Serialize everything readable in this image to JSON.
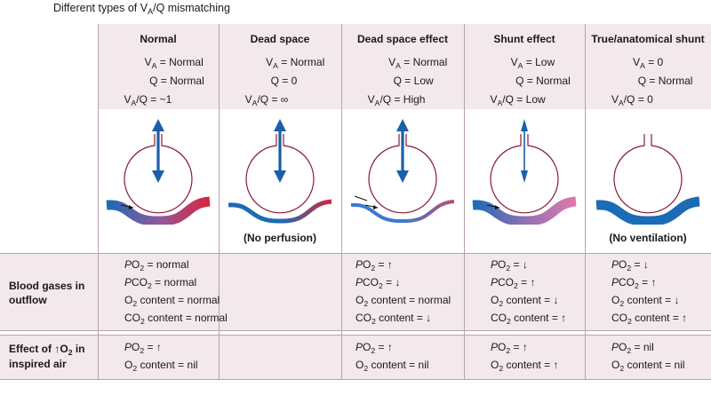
{
  "title": {
    "pre": "Different types of V",
    "sub": "A",
    "post": "/Q mismatching"
  },
  "columns": [
    {
      "name": "Normal",
      "va": "Normal",
      "q": "Normal",
      "ratio": "~1",
      "note": "",
      "blood_gases": [
        {
          "pre": "P",
          "main": "O",
          "sub": "2",
          "post": " = normal"
        },
        {
          "pre": "P",
          "main": "CO",
          "sub": "2",
          "post": " = normal"
        },
        {
          "pre": "",
          "main": "O",
          "sub": "2",
          "post": " content = normal"
        },
        {
          "pre": "",
          "main": "CO",
          "sub": "2",
          "post": " content = normal"
        }
      ],
      "effect": [
        {
          "pre": "P",
          "main": "O",
          "sub": "2",
          "post": " = ↑"
        },
        {
          "pre": "",
          "main": "O",
          "sub": "2",
          "post": " content = nil"
        }
      ]
    },
    {
      "name": "Dead space",
      "va": "Normal",
      "q": "0",
      "ratio": "∞",
      "note": "(No perfusion)",
      "blood_gases": [],
      "effect": []
    },
    {
      "name": "Dead space effect",
      "va": "Normal",
      "q": "Low",
      "ratio": "High",
      "note": "",
      "blood_gases": [
        {
          "pre": "P",
          "main": "O",
          "sub": "2",
          "post": " = ↑"
        },
        {
          "pre": "P",
          "main": "CO",
          "sub": "2",
          "post": " = ↓"
        },
        {
          "pre": "",
          "main": "O",
          "sub": "2",
          "post": " content = normal"
        },
        {
          "pre": "",
          "main": "CO",
          "sub": "2",
          "post": " content = ↓"
        }
      ],
      "effect": [
        {
          "pre": "P",
          "main": "O",
          "sub": "2",
          "post": " = ↑"
        },
        {
          "pre": "",
          "main": "O",
          "sub": "2",
          "post": " content = nil"
        }
      ]
    },
    {
      "name": "Shunt effect",
      "va": "Low",
      "q": "Normal",
      "ratio": "Low",
      "note": "",
      "blood_gases": [
        {
          "pre": "P",
          "main": "O",
          "sub": "2",
          "post": " = ↓"
        },
        {
          "pre": "P",
          "main": "CO",
          "sub": "2",
          "post": " = ↑"
        },
        {
          "pre": "",
          "main": "O",
          "sub": "2",
          "post": " content = ↓"
        },
        {
          "pre": "",
          "main": "CO",
          "sub": "2",
          "post": " content = ↑"
        }
      ],
      "effect": [
        {
          "pre": "P",
          "main": "O",
          "sub": "2",
          "post": " = ↑"
        },
        {
          "pre": "",
          "main": "O",
          "sub": "2",
          "post": " content = ↑"
        }
      ]
    },
    {
      "name": "True/anatomical shunt",
      "va": "0",
      "q": "Normal",
      "ratio": "0",
      "note": "(No ventilation)",
      "blood_gases": [
        {
          "pre": "P",
          "main": "O",
          "sub": "2",
          "post": " = ↓"
        },
        {
          "pre": "P",
          "main": "CO",
          "sub": "2",
          "post": " = ↑"
        },
        {
          "pre": "",
          "main": "O",
          "sub": "2",
          "post": " content = ↓"
        },
        {
          "pre": "",
          "main": "CO",
          "sub": "2",
          "post": " content = ↑"
        }
      ],
      "effect": [
        {
          "pre": "P",
          "main": "O",
          "sub": "2",
          "post": " = nil"
        },
        {
          "pre": "",
          "main": "O",
          "sub": "2",
          "post": " content = nil"
        }
      ]
    }
  ],
  "labels": {
    "va_pre": "V",
    "va_sub": "A",
    "va_eq": " = ",
    "q_pre": "Q = ",
    "ratio_pre": "V",
    "ratio_sub": "A",
    "ratio_post": "/Q = "
  },
  "row_labels": {
    "blood_gases": "Blood gases in outflow",
    "effect": {
      "pre": "Effect of ",
      "arrow": "↑",
      "main": "O",
      "sub": "2",
      "post": " in inspired air"
    }
  },
  "colors": {
    "band": "#f3e8ec",
    "artery": "#1b6bb5",
    "vein": "#d7263d",
    "alveolus": "#8a1a32",
    "gas_arrow": "#1b5fa8"
  }
}
